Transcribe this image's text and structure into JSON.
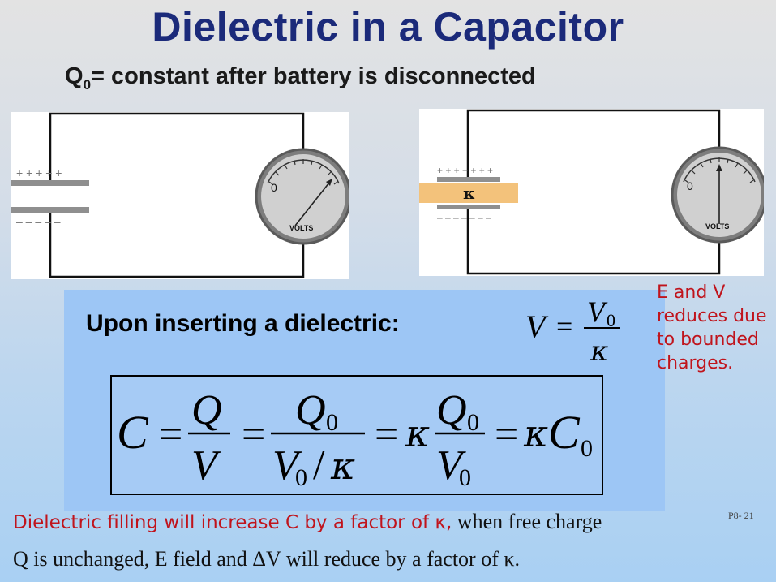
{
  "slide": {
    "title": "Dielectric in a Capacitor",
    "subtitle_main": "Q",
    "subtitle_sub": "0",
    "subtitle_rest": "= constant after battery is disconnected",
    "circuit_left": {
      "plate_top_signs": "+ + + + +",
      "plate_bottom_signs": "– – – – –",
      "meter_zero": "0",
      "meter_label": "VOLTS"
    },
    "circuit_right": {
      "plate_top_signs": "+ + + + + + +",
      "plate_bottom_signs": "– – – – – – –",
      "dielectric_symbol": "κ",
      "meter_zero": "0",
      "meter_label": "VOLTS"
    },
    "upon_text": "Upon inserting a dielectric:",
    "v_equation": {
      "lhs": "V",
      "eq": "=",
      "num_var": "V",
      "num_sub": "0",
      "den": "κ"
    },
    "c_equation": {
      "c": "C",
      "eq": "=",
      "q": "Q",
      "v": "V",
      "q0": "Q",
      "zero": "0",
      "v0": "V",
      "slash": "/",
      "kappa": "κ",
      "c0": "C"
    },
    "note": "E and V reduces due to bounded charges.",
    "page_number": "P8- 21",
    "bottom_red": "Dielectric filling will increase C by a factor of ",
    "bottom_red_kappa": "κ,",
    "bottom_black": " when free charge",
    "bottom_line2": "Q is unchanged, E field and ΔV will reduce by a factor of  κ."
  }
}
